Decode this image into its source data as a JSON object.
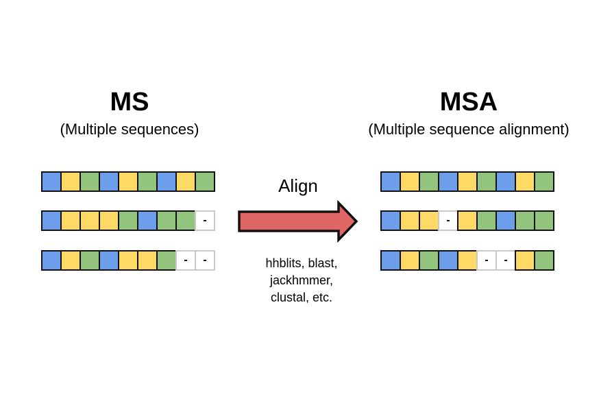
{
  "colors": {
    "blue": "#6d9eeb",
    "yellow": "#ffd966",
    "green": "#93c47d",
    "gap": "#ffffff",
    "arrow": "#e06666"
  },
  "left": {
    "title": "MS",
    "subtitle": "(Multiple sequences)",
    "rows": [
      [
        "B",
        "Y",
        "G",
        "B",
        "Y",
        "G",
        "B",
        "Y",
        "G"
      ],
      [
        "B",
        "Y",
        "Y",
        "Y",
        "G",
        "B",
        "G",
        "G",
        "-"
      ],
      [
        "B",
        "Y",
        "G",
        "B",
        "Y",
        "Y",
        "G",
        "-",
        "-"
      ]
    ]
  },
  "middle": {
    "label": "Align",
    "tools": [
      "hhblits, blast,",
      "jackhmmer,",
      "clustal, etc."
    ]
  },
  "right": {
    "title": "MSA",
    "subtitle": "(Multiple sequence alignment)",
    "rows": [
      [
        "B",
        "Y",
        "G",
        "B",
        "Y",
        "G",
        "B",
        "Y",
        "G"
      ],
      [
        "B",
        "Y",
        "Y",
        "-",
        "Y",
        "G",
        "B",
        "G",
        "G"
      ],
      [
        "B",
        "Y",
        "G",
        "B",
        "Y",
        "-",
        "-",
        "Y",
        "G"
      ]
    ]
  },
  "gap_symbol": "-"
}
